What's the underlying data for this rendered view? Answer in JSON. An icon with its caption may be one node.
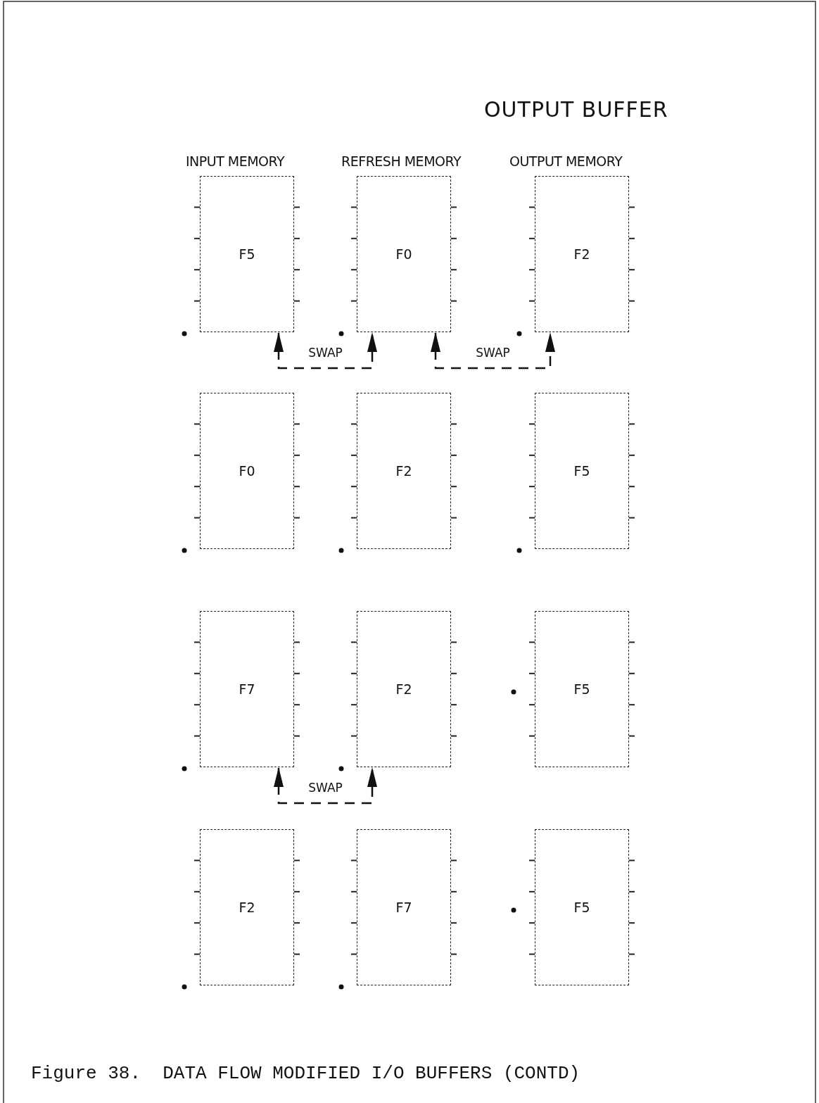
{
  "diagram": {
    "title": "OUTPUT BUFFER",
    "caption": "Figure 38.  DATA FLOW MODIFIED I/O BUFFERS (CONTD)",
    "nodes": [
      {
        "text": [
          "F5"
        ]
      },
      {
        "text": [
          "F0"
        ]
      },
      {
        "text": [
          "F2"
        ]
      },
      {
        "text": [
          "F0"
        ]
      },
      {
        "text": [
          "F2"
        ]
      },
      {
        "text": [
          "F5"
        ]
      },
      {
        "text": [
          "F7"
        ]
      },
      {
        "text": [
          "F2"
        ]
      },
      {
        "text": [
          "F5"
        ]
      },
      {
        "text": [
          "F2"
        ]
      },
      {
        "text": [
          "F7"
        ]
      },
      {
        "text": [
          "F5"
        ]
      }
    ],
    "edges": [
      {
        "from": 0,
        "to": 1,
        "arrow": "both",
        "label": "SWAP",
        "style": "dashed"
      },
      {
        "from": 1,
        "to": 2,
        "arrow": "both",
        "label": "SWAP",
        "style": "dashed"
      },
      {
        "from": 6,
        "to": 7,
        "arrow": "both",
        "label": "SWAP",
        "style": "dashed"
      }
    ],
    "labels": [
      "INPUT MEMORY",
      "REFRESH MEMORY",
      "OUTPUT MEMORY"
    ]
  }
}
